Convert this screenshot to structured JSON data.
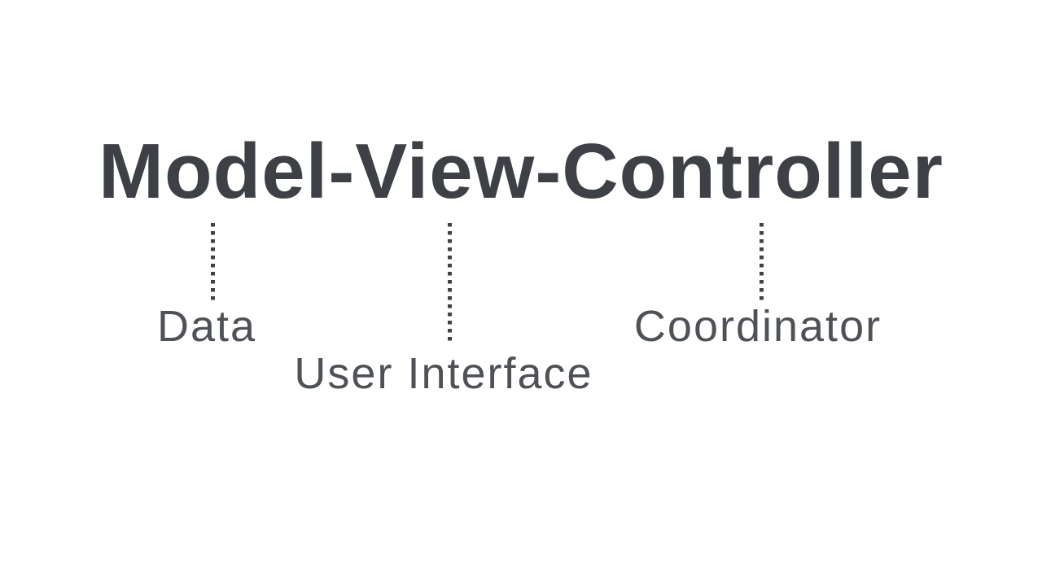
{
  "slide": {
    "title": "Model-View-Controller"
  },
  "annotations": [
    {
      "term": "Model",
      "label": "Data"
    },
    {
      "term": "View",
      "label": "User Interface"
    },
    {
      "term": "Controller",
      "label": "Coordinator"
    }
  ],
  "colors": {
    "background": "#ffffff",
    "title_ink": "#3d4146",
    "label_ink": "#4e5257",
    "connector_ink": "#3f4347"
  }
}
